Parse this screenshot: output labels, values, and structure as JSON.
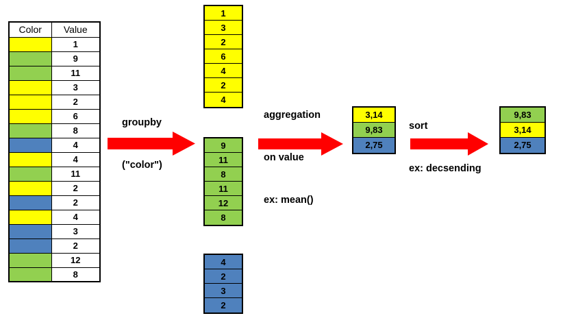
{
  "diagram": {
    "title": "groupby-aggregate-sort pipeline",
    "colors": {
      "yellow": "#ffff00",
      "green": "#92d050",
      "blue": "#4f81bd",
      "arrow_red": "#ff0000",
      "border": "#000000",
      "background": "#ffffff"
    }
  },
  "source_table": {
    "headers": [
      "Color",
      "Value"
    ],
    "rows": [
      {
        "color": "yellow",
        "value": "1"
      },
      {
        "color": "green",
        "value": "9"
      },
      {
        "color": "green",
        "value": "11"
      },
      {
        "color": "yellow",
        "value": "3"
      },
      {
        "color": "yellow",
        "value": "2"
      },
      {
        "color": "yellow",
        "value": "6"
      },
      {
        "color": "green",
        "value": "8"
      },
      {
        "color": "blue",
        "value": "4"
      },
      {
        "color": "yellow",
        "value": "4"
      },
      {
        "color": "green",
        "value": "11"
      },
      {
        "color": "yellow",
        "value": "2"
      },
      {
        "color": "blue",
        "value": "2"
      },
      {
        "color": "yellow",
        "value": "4"
      },
      {
        "color": "blue",
        "value": "3"
      },
      {
        "color": "blue",
        "value": "2"
      },
      {
        "color": "green",
        "value": "12"
      },
      {
        "color": "green",
        "value": "8"
      }
    ]
  },
  "steps": {
    "groupby": {
      "line1": "groupby",
      "line2": "(\"color\")"
    },
    "aggregation": {
      "line1": "aggregation",
      "line2": "on value",
      "line3": "ex: mean()"
    },
    "sort": {
      "line1": "sort",
      "line2": "ex: decsending"
    }
  },
  "groups": [
    {
      "name": "yellow-group",
      "color": "yellow",
      "values": [
        "1",
        "3",
        "2",
        "6",
        "4",
        "2",
        "4"
      ]
    },
    {
      "name": "green-group",
      "color": "green",
      "values": [
        "9",
        "11",
        "8",
        "11",
        "12",
        "8"
      ]
    },
    {
      "name": "blue-group",
      "color": "blue",
      "values": [
        "4",
        "2",
        "3",
        "2"
      ]
    }
  ],
  "aggregated": {
    "rows": [
      {
        "color": "yellow",
        "value": "3,14"
      },
      {
        "color": "green",
        "value": "9,83"
      },
      {
        "color": "blue",
        "value": "2,75"
      }
    ]
  },
  "sorted": {
    "rows": [
      {
        "color": "green",
        "value": "9,83"
      },
      {
        "color": "yellow",
        "value": "3,14"
      },
      {
        "color": "blue",
        "value": "2,75"
      }
    ]
  },
  "arrows": [
    {
      "name": "arrow-groupby",
      "width": 128,
      "height": 35
    },
    {
      "name": "arrow-aggregation",
      "width": 124,
      "height": 34
    },
    {
      "name": "arrow-sort",
      "width": 114,
      "height": 34
    }
  ]
}
